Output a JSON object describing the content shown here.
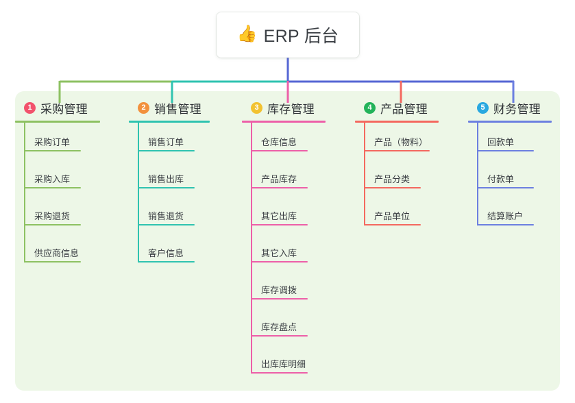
{
  "title_card": {
    "icon": "thumbs-up-emoji",
    "emoji": "👍",
    "text": "ERP 后台"
  },
  "palette": {
    "page_background": "#ffffff",
    "panel_background": "#edf7e7",
    "text_primary": "#2f3337",
    "text_leaf": "#3a3e43"
  },
  "columns": [
    {
      "number": "1",
      "title": "采购管理",
      "badge_color": "#f2526c",
      "line_color": "#8dc162",
      "items": [
        "采购订单",
        "采购入库",
        "采购退货",
        "供应商信息"
      ]
    },
    {
      "number": "2",
      "title": "销售管理",
      "badge_color": "#f2913d",
      "line_color": "#2fc3b0",
      "items": [
        "销售订单",
        "销售出库",
        "销售退货",
        "客户信息"
      ]
    },
    {
      "number": "3",
      "title": "库存管理",
      "badge_color": "#f2c230",
      "line_color": "#ed5fa8",
      "items": [
        "仓库信息",
        "产品库存",
        "其它出库",
        "其它入库",
        "库存调拨",
        "库存盘点",
        "出库库明细"
      ]
    },
    {
      "number": "4",
      "title": "产品管理",
      "badge_color": "#23b35a",
      "line_color": "#f4685f",
      "items": [
        "产品（物料）",
        "产品分类",
        "产品单位"
      ]
    },
    {
      "number": "5",
      "title": "财务管理",
      "badge_color": "#29a8e0",
      "line_color": "#6c7fe0",
      "items": [
        "回款单",
        "付款单",
        "结算账户"
      ]
    }
  ],
  "connectors": {
    "trunk_color": "#5566d4",
    "segment_1_color": "#8dc162",
    "segment_2_color": "#2fc3b0",
    "segment_3_color": "#5566d4",
    "drop_colors": [
      "#8dc162",
      "#2fc3b0",
      "#ed5fa8",
      "#f4685f",
      "#6c7fe0"
    ]
  }
}
